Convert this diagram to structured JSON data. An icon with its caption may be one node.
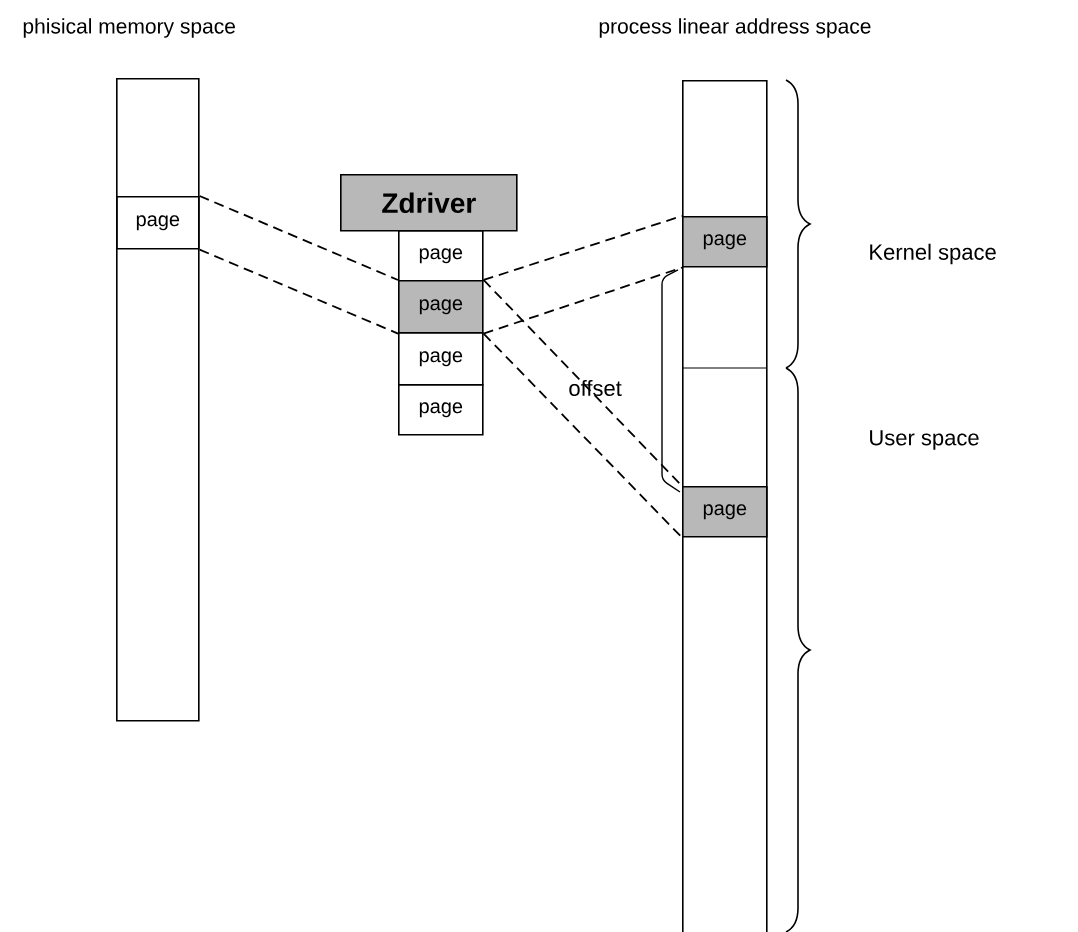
{
  "diagram": {
    "nodes": [
      {
        "text": [
          "phisical memory space"
        ]
      },
      {
        "text": [
          "page"
        ],
        "in": 0
      },
      {
        "text": [
          "Zdriver"
        ]
      },
      {
        "text": [
          "page"
        ]
      },
      {
        "text": [
          "page"
        ]
      },
      {
        "text": [
          "page"
        ]
      },
      {
        "text": [
          "page"
        ]
      },
      {
        "text": [
          "process linear address space"
        ]
      },
      {
        "text": [
          "page"
        ],
        "in": 7
      },
      {
        "text": [
          "page"
        ],
        "in": 7
      }
    ],
    "edges": [
      {
        "from": 1,
        "to": 4,
        "arrow": "none",
        "style": "dashed"
      },
      {
        "from": 1,
        "to": 4,
        "arrow": "none",
        "style": "dashed"
      },
      {
        "from": 4,
        "to": 8,
        "arrow": "none",
        "style": "dashed"
      },
      {
        "from": 4,
        "to": 8,
        "arrow": "none",
        "style": "dashed"
      },
      {
        "from": 4,
        "to": 9,
        "arrow": "none",
        "style": "dashed"
      },
      {
        "from": 4,
        "to": 9,
        "arrow": "none",
        "style": "dashed"
      }
    ],
    "labels": [
      "Kernel space",
      "User space",
      "offset"
    ]
  }
}
